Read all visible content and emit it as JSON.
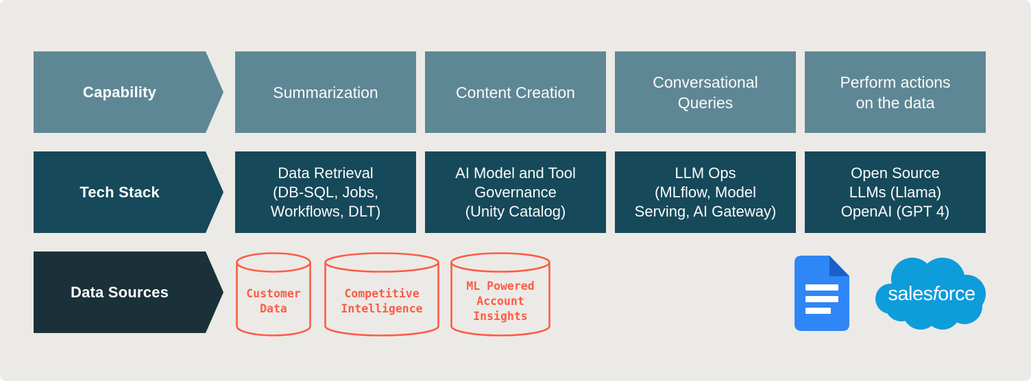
{
  "page": {
    "outer_background": "#FFFFFF",
    "canvas_background": "#ECEAE6"
  },
  "palette": {
    "capability_row": "#5E8795",
    "tech_stack_row": "#16495A",
    "data_sources_arrow": "#1B3139",
    "cylinder_coral": "#FC5C45",
    "docs_blue": "#2F86F6",
    "docs_fold_blue": "#1760C9",
    "salesforce_blue": "#0D9DDA",
    "text_on_dark": "#FFFFFF"
  },
  "rows": [
    {
      "label": "Capability",
      "items": [
        "Summarization",
        "Content Creation",
        "Conversational\nQueries",
        "Perform actions\non the data"
      ]
    },
    {
      "label": "Tech Stack",
      "items": [
        "Data Retrieval\n(DB-SQL, Jobs,\nWorkflows, DLT)",
        "AI Model and Tool\nGovernance\n(Unity Catalog)",
        "LLM Ops\n(MLflow, Model\nServing, AI Gateway)",
        "Open Source\nLLMs (Llama)\nOpenAI (GPT 4)"
      ]
    },
    {
      "label": "Data Sources",
      "cylinders": [
        "Customer\nData",
        "Competitive\nIntelligence",
        "ML Powered\nAccount\nInsights"
      ],
      "logos": {
        "google_docs": "google-docs-icon",
        "salesforce_label_part1": "sales",
        "salesforce_label_part2": "f",
        "salesforce_label_part3": "orce"
      }
    }
  ]
}
